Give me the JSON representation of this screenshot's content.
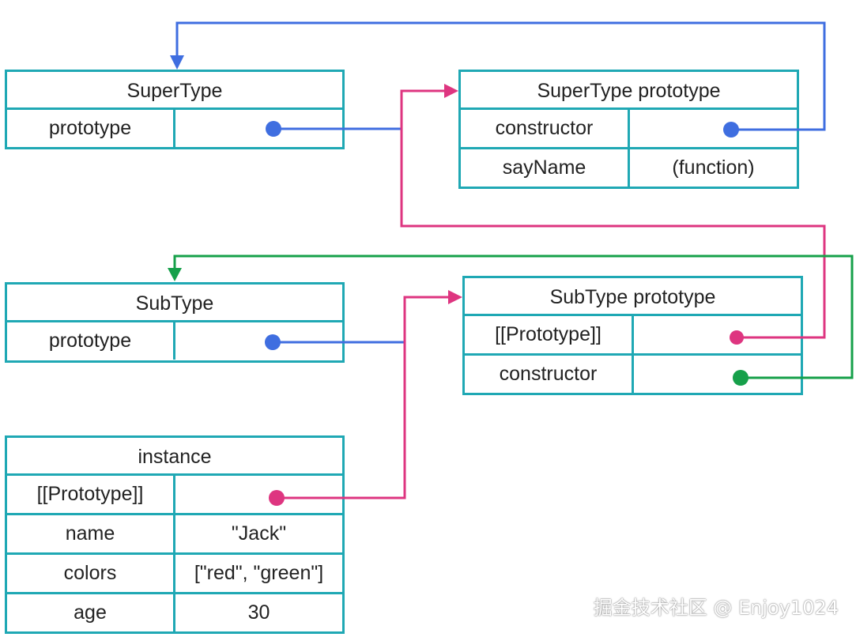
{
  "colors": {
    "border": "#1fa8b4",
    "blue": "#3f6ee0",
    "pink": "#de3580",
    "green": "#16a04a"
  },
  "supertype": {
    "title": "SuperType",
    "rows": [
      {
        "key": "prototype",
        "value": ""
      }
    ]
  },
  "supertype_proto": {
    "title": "SuperType prototype",
    "rows": [
      {
        "key": "constructor",
        "value": ""
      },
      {
        "key": "sayName",
        "value": "(function)"
      }
    ]
  },
  "subtype": {
    "title": "SubType",
    "rows": [
      {
        "key": "prototype",
        "value": ""
      }
    ]
  },
  "subtype_proto": {
    "title": "SubType prototype",
    "rows": [
      {
        "key": "[[Prototype]]",
        "value": ""
      },
      {
        "key": "constructor",
        "value": ""
      }
    ]
  },
  "instance": {
    "title": "instance",
    "rows": [
      {
        "key": "[[Prototype]]",
        "value": ""
      },
      {
        "key": "name",
        "value": "\"Jack\""
      },
      {
        "key": "colors",
        "value": "[\"red\", \"green\"]"
      },
      {
        "key": "age",
        "value": "30"
      }
    ]
  },
  "watermark": "掘金技术社区 @ Enjoy1024"
}
